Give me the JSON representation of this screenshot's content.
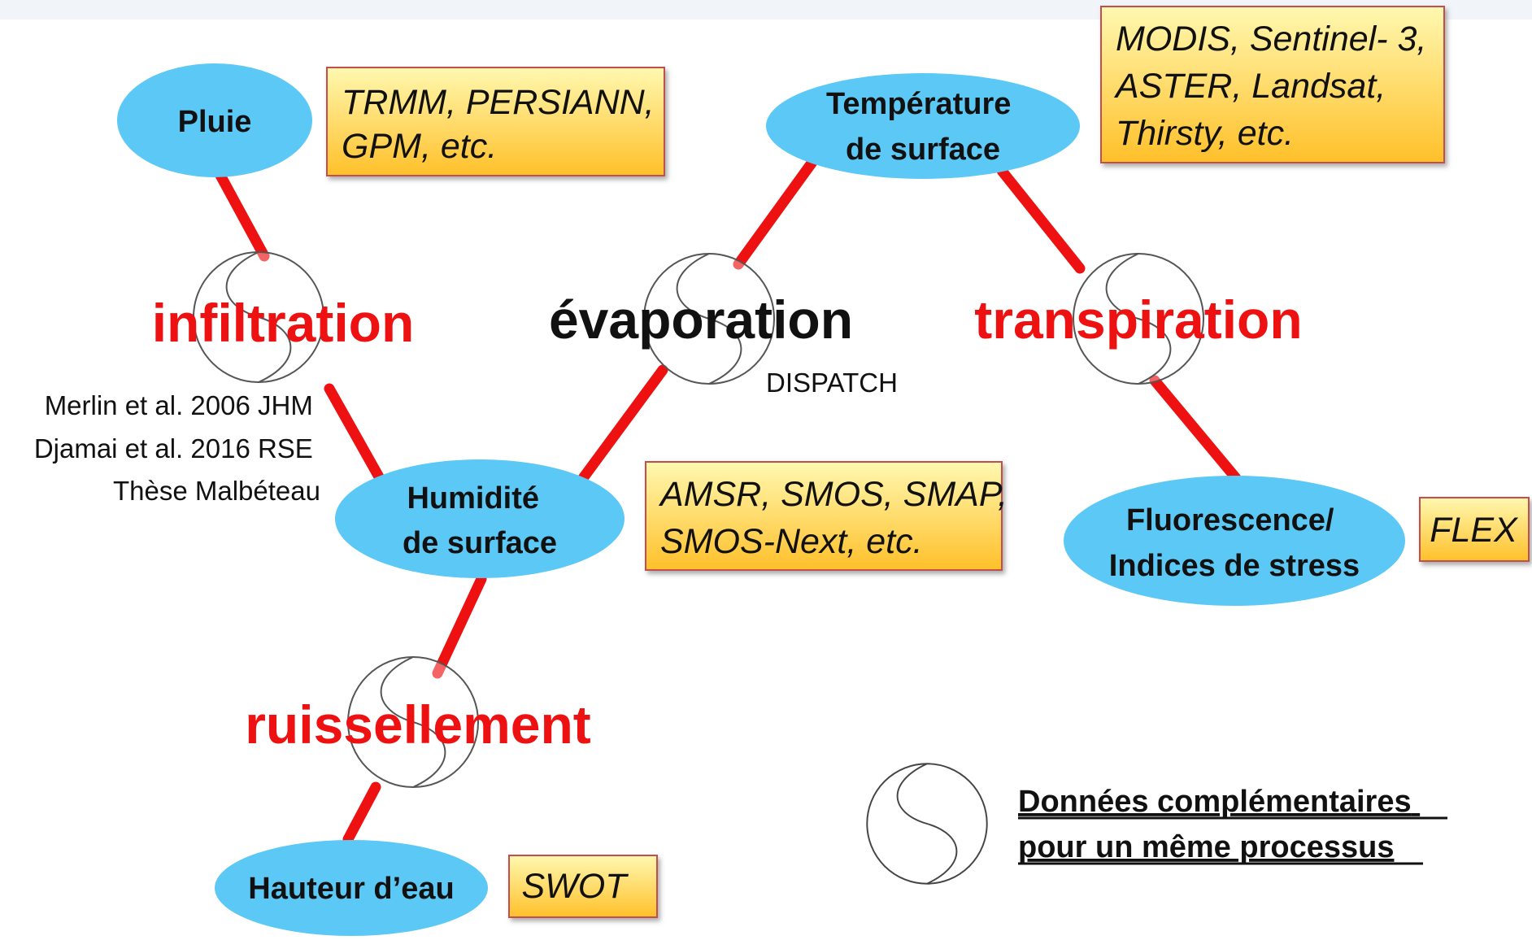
{
  "colors": {
    "node_fill": "#5BC8F5",
    "link": "#EE1111",
    "process_red": "#EE1111",
    "process_black": "#111111",
    "box_top": "#FFF8B0",
    "box_bottom": "#FFC02A",
    "box_border": "#C0504D"
  },
  "nodes": {
    "pluie": [
      "Pluie"
    ],
    "temperature": [
      "Température",
      "de surface"
    ],
    "humidite": [
      "Humidité",
      "de surface"
    ],
    "hauteur": [
      "Hauteur d’eau"
    ],
    "fluorescence": [
      "Fluorescence/",
      "Indices de stress"
    ]
  },
  "satellites": {
    "pluie": [
      "TRMM, PERSIANN,",
      "GPM, etc."
    ],
    "temperature": [
      "MODIS, Sentinel- 3,",
      "ASTER, Landsat,",
      "Thirsty, etc."
    ],
    "humidite": [
      "AMSR, SMOS, SMAP,",
      "SMOS-Next, etc."
    ],
    "fluorescence": [
      "FLEX"
    ],
    "hauteur": [
      "SWOT"
    ]
  },
  "processes": {
    "infiltration": "infiltration",
    "evaporation": "évaporation",
    "transpiration": "transpiration",
    "ruissellement": "ruissellement"
  },
  "model_label": "DISPATCH",
  "references": [
    "Merlin et al. 2006 JHM",
    "Djamai et al. 2016 RSE",
    "Thèse Malbéteau"
  ],
  "legend": {
    "icon": "complementary-data-symbol",
    "text": [
      "Données complémentaires",
      "pour un même processus"
    ]
  }
}
